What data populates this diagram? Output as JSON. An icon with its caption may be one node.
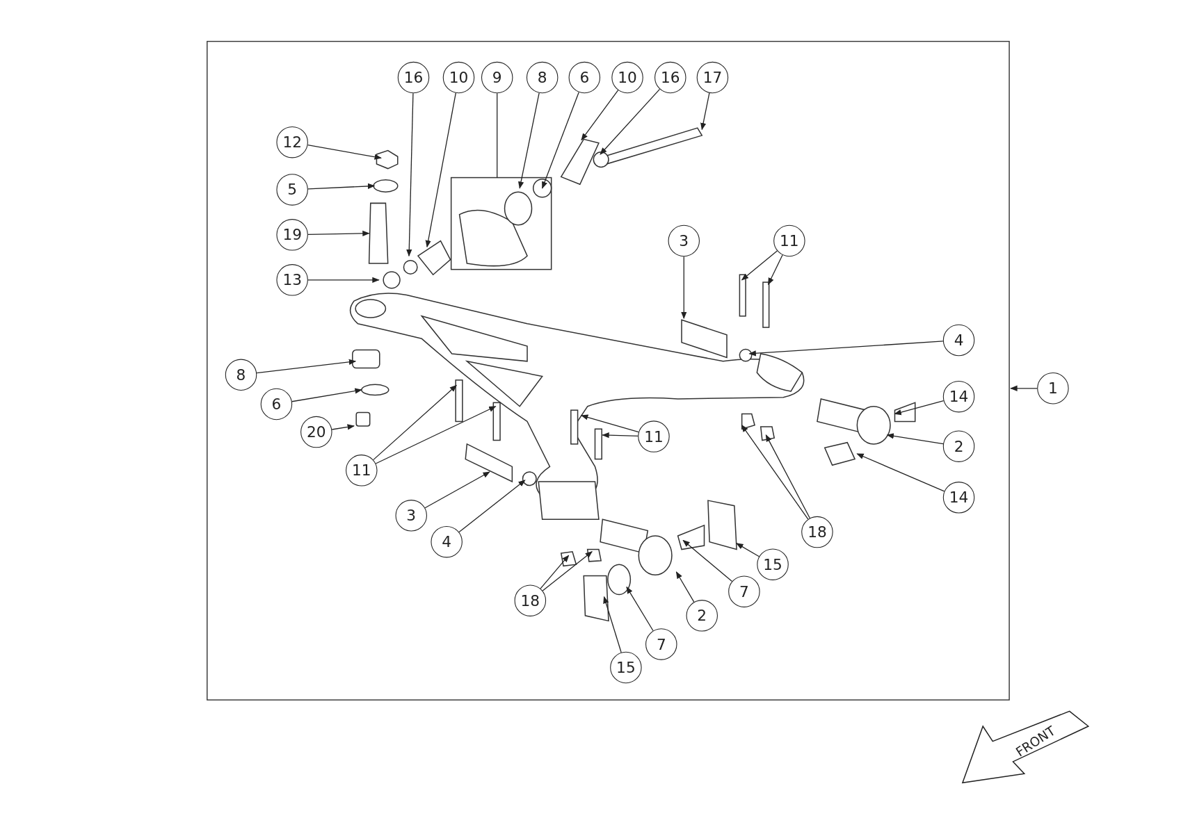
{
  "diagram": {
    "nodes": [
      {
        "text": [
          "16"
        ]
      },
      {
        "text": [
          "10"
        ]
      },
      {
        "text": [
          "9"
        ]
      },
      {
        "text": [
          "8"
        ]
      },
      {
        "text": [
          "6"
        ]
      },
      {
        "text": [
          "10"
        ]
      },
      {
        "text": [
          "16"
        ]
      },
      {
        "text": [
          "17"
        ]
      },
      {
        "text": [
          "12"
        ]
      },
      {
        "text": [
          "5"
        ]
      },
      {
        "text": [
          "19"
        ]
      },
      {
        "text": [
          "3"
        ]
      },
      {
        "text": [
          "11"
        ]
      },
      {
        "text": [
          "13"
        ]
      },
      {
        "text": [
          "4"
        ]
      },
      {
        "text": [
          "8"
        ]
      },
      {
        "text": [
          "1"
        ]
      },
      {
        "text": [
          "14"
        ]
      },
      {
        "text": [
          "6"
        ]
      },
      {
        "text": [
          "20"
        ]
      },
      {
        "text": [
          "11"
        ]
      },
      {
        "text": [
          "2"
        ]
      },
      {
        "text": [
          "11"
        ]
      },
      {
        "text": [
          "14"
        ]
      },
      {
        "text": [
          "3"
        ]
      },
      {
        "text": [
          "18"
        ]
      },
      {
        "text": [
          "4"
        ]
      },
      {
        "text": [
          "15"
        ]
      },
      {
        "text": [
          "7"
        ]
      },
      {
        "text": [
          "18"
        ]
      },
      {
        "text": [
          "2"
        ]
      },
      {
        "text": [
          "7"
        ]
      },
      {
        "text": [
          "15"
        ]
      }
    ],
    "edges": [
      {
        "from": 0,
        "to": null,
        "arrow": "to"
      },
      {
        "from": 1,
        "to": null,
        "arrow": "to"
      },
      {
        "from": 2,
        "to": null,
        "arrow": "none"
      },
      {
        "from": 3,
        "to": null,
        "arrow": "to"
      },
      {
        "from": 4,
        "to": null,
        "arrow": "to"
      },
      {
        "from": 5,
        "to": null,
        "arrow": "to"
      },
      {
        "from": 6,
        "to": null,
        "arrow": "to"
      },
      {
        "from": 7,
        "to": null,
        "arrow": "to"
      },
      {
        "from": 8,
        "to": null,
        "arrow": "to"
      },
      {
        "from": 9,
        "to": null,
        "arrow": "to"
      },
      {
        "from": 10,
        "to": null,
        "arrow": "to"
      },
      {
        "from": 11,
        "to": null,
        "arrow": "to"
      },
      {
        "from": 12,
        "to": null,
        "arrow": "to"
      },
      {
        "from": 12,
        "to": null,
        "arrow": "to"
      },
      {
        "from": 13,
        "to": null,
        "arrow": "to"
      },
      {
        "from": 14,
        "to": null,
        "arrow": "to"
      },
      {
        "from": 15,
        "to": null,
        "arrow": "to"
      },
      {
        "from": 16,
        "to": null,
        "arrow": "to"
      },
      {
        "from": 17,
        "to": null,
        "arrow": "to"
      },
      {
        "from": 18,
        "to": null,
        "arrow": "to"
      },
      {
        "from": 19,
        "to": null,
        "arrow": "to"
      },
      {
        "from": 20,
        "to": null,
        "arrow": "to"
      },
      {
        "from": 20,
        "to": null,
        "arrow": "to"
      },
      {
        "from": 21,
        "to": null,
        "arrow": "to"
      },
      {
        "from": 22,
        "to": null,
        "arrow": "to"
      },
      {
        "from": 22,
        "to": null,
        "arrow": "to"
      },
      {
        "from": 23,
        "to": null,
        "arrow": "to"
      },
      {
        "from": 24,
        "to": null,
        "arrow": "to"
      },
      {
        "from": 25,
        "to": null,
        "arrow": "to"
      },
      {
        "from": 25,
        "to": null,
        "arrow": "to"
      },
      {
        "from": 26,
        "to": null,
        "arrow": "to"
      },
      {
        "from": 27,
        "to": null,
        "arrow": "to"
      },
      {
        "from": 28,
        "to": null,
        "arrow": "to"
      },
      {
        "from": 29,
        "to": null,
        "arrow": "to"
      },
      {
        "from": 29,
        "to": null,
        "arrow": "to"
      },
      {
        "from": 30,
        "to": null,
        "arrow": "to"
      },
      {
        "from": 31,
        "to": null,
        "arrow": "to"
      },
      {
        "from": 32,
        "to": null,
        "arrow": "to"
      }
    ],
    "labels": [
      "FRONT"
    ]
  }
}
